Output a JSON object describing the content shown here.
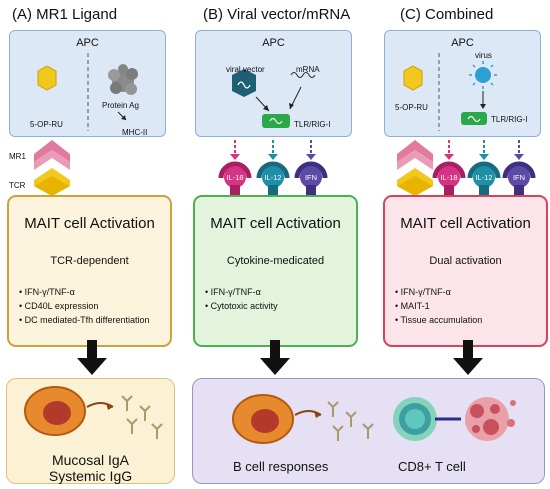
{
  "panels": {
    "a": {
      "title": "(A) MR1 Ligand",
      "apc_label": "APC",
      "ligand_label": "5-OP-RU",
      "protein_label": "Protein Ag",
      "mhc_label": "MHC-II",
      "mr1_label": "MR1",
      "tcr_label": "TCR",
      "activation_title": "MAIT cell Activation",
      "activation_sub": "TCR-dependent",
      "bullets": [
        "IFN-γ/TNF-α",
        "CD40L expression",
        "DC mediated-Tfh differentiation"
      ],
      "outcome_line1": "Mucosal IgA",
      "outcome_line2": "Systemic IgG"
    },
    "b": {
      "title": "(B) Viral vector/mRNA",
      "apc_label": "APC",
      "vector_label": "viral vector",
      "mrna_label": "mRNA",
      "receptor_label": "TLR/RIG-I",
      "cytokines": [
        "IL-18",
        "IL-12",
        "IFN"
      ],
      "activation_title": "MAIT cell Activation",
      "activation_sub": "Cytokine-medicated",
      "bullets": [
        "IFN-γ/TNF-α",
        "Cytotoxic activity"
      ],
      "outcome_label": "B cell responses"
    },
    "c": {
      "title": "(C) Combined",
      "apc_label": "APC",
      "ligand_label": "5-OP-RU",
      "virus_label": "virus",
      "receptor_label": "TLR/RIG-I",
      "cytokines": [
        "IL-18",
        "IL-12",
        "IFN"
      ],
      "activation_title": "MAIT cell Activation",
      "activation_sub": "Dual activation",
      "bullets": [
        "IFN-γ/TNF-α",
        "MAIT-1",
        "Tissue accumulation"
      ],
      "outcome_label": "CD8+ T cell"
    }
  },
  "colors": {
    "apc_fill": "#dce8f6",
    "panel_a_border": "#c8a43a",
    "panel_b_border": "#4caf50",
    "panel_c_border": "#d9435a",
    "il18": "#d63384",
    "il12": "#1f8fa8",
    "ifn": "#5b4aa6",
    "ligand": "#f2c81f",
    "mr1": "#e07a9e"
  }
}
